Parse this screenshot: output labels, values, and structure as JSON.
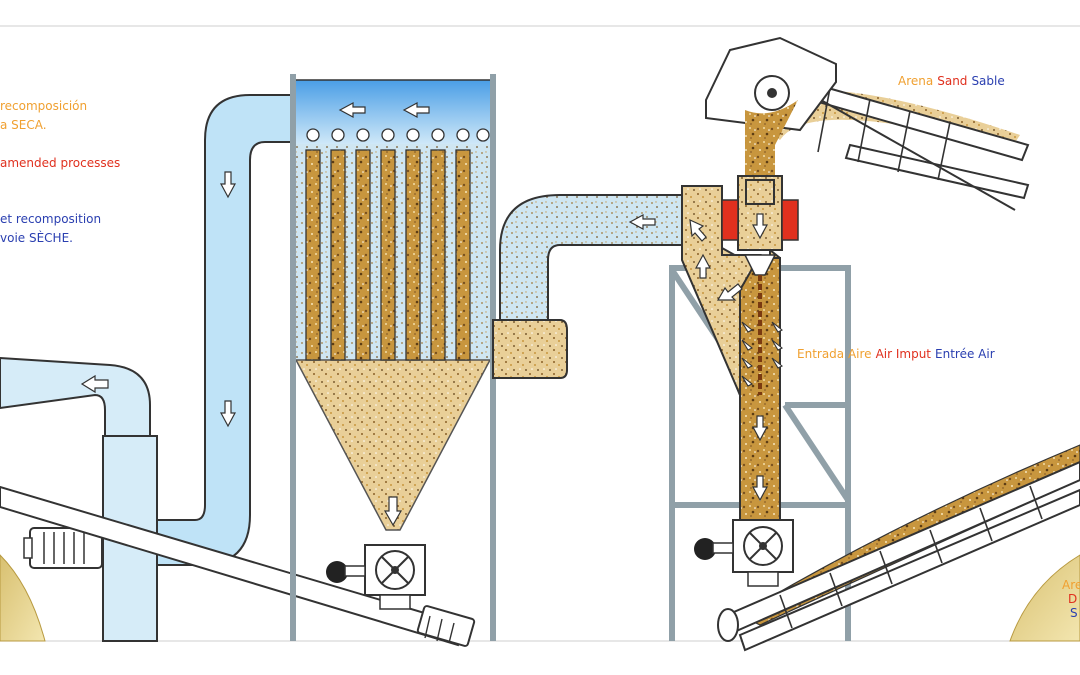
{
  "colors": {
    "air_blue": "#bfe3f7",
    "air_blue_dark": "#5aa9e6",
    "sand": "#c8963e",
    "frame_gray": "#90a0a8",
    "motor_red": "#e0301e",
    "spanish_text": "#f0a030",
    "english_text": "#e0301e",
    "french_text": "#2a3fb0"
  },
  "labels": {
    "left_es_1": "recomposición",
    "left_es_2": "a SECA.",
    "left_en_1": "amended processes",
    "left_fr_1": "et recomposition",
    "left_fr_2": "voie SÈCHE.",
    "sand_es": "Arena",
    "sand_en": "Sand",
    "sand_fr": "Sable",
    "air_es": "Entrada Aire",
    "air_en": "Air Imput",
    "air_fr": "Entrée Air",
    "corner_es": "Are",
    "corner_en": "D",
    "corner_fr": "S"
  },
  "icons": [
    "flow-arrow-icon",
    "motor-icon",
    "rotary-valve-icon",
    "filter-bag-icon",
    "conveyor-drum-icon"
  ]
}
